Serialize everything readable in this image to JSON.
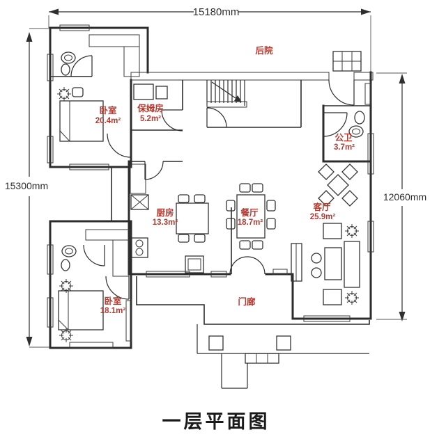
{
  "page": {
    "title_caption": "一层平面图"
  },
  "dimensions": {
    "top": "15180mm",
    "left": "15300mm",
    "right": "12060mm"
  },
  "rooms": {
    "backyard": {
      "name": "后院",
      "area": ""
    },
    "bedroom_master": {
      "name": "卧室",
      "area": "20.4m²"
    },
    "nanny_room": {
      "name": "保姆房",
      "area": "5.2m²"
    },
    "public_bath": {
      "name": "公卫",
      "area": "3.7m²"
    },
    "living_room": {
      "name": "客厅",
      "area": "25.9m²"
    },
    "kitchen": {
      "name": "厨房",
      "area": "13.3m²"
    },
    "dining_room": {
      "name": "餐厅",
      "area": "18.7m²"
    },
    "porch": {
      "name": "门廊",
      "area": ""
    },
    "bedroom_second": {
      "name": "卧室",
      "area": "18.1m²"
    }
  },
  "colors": {
    "room_label": "#b23b32",
    "line": "#2c2c2c",
    "background": "#ffffff",
    "title": "#1a1a1a"
  }
}
